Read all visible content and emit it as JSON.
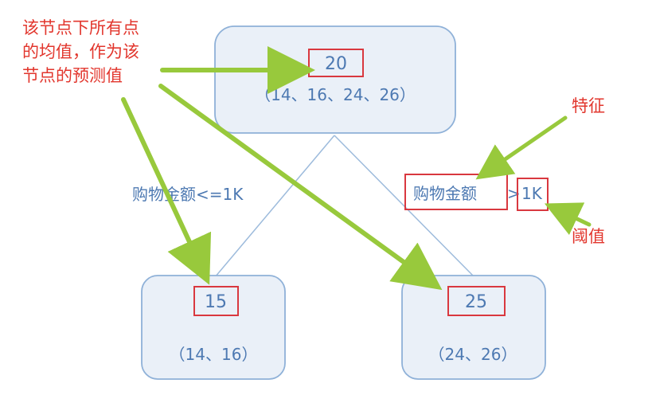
{
  "root": {
    "value": "20",
    "samples": "（14、16、24、26）"
  },
  "left_child": {
    "value": "15",
    "samples": "（14、16）"
  },
  "right_child": {
    "value": "25",
    "samples": "（24、26）"
  },
  "left_split_label": "购物金额<=1K",
  "right_split": {
    "feature": "购物金额",
    "operator": ">",
    "threshold": "1K"
  },
  "annotations": {
    "mean_note": [
      "该节点下所有点",
      "的均值，作为该",
      "节点的预测值"
    ],
    "feature_note": "特征",
    "threshold_note": "阈值"
  },
  "colors": {
    "node_fill": "#eaf0f8",
    "node_border": "#8fb1d8",
    "text_blue": "#4d79b2",
    "highlight_red": "#d9383f",
    "annotation_red": "#e2362d",
    "arrow_green": "#98c93c"
  }
}
